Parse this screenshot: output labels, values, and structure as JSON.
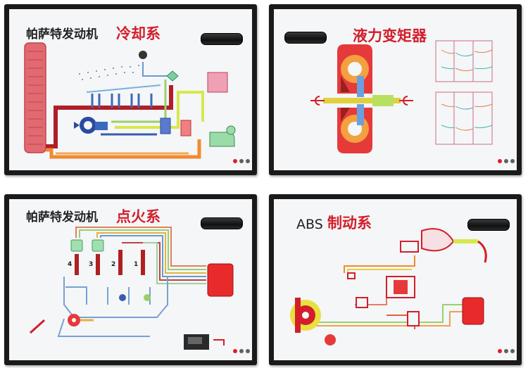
{
  "panels": [
    {
      "title_main": "帕萨特发动机",
      "title_accent": "冷却系"
    },
    {
      "title_main": "",
      "title_accent": "液力变矩器"
    },
    {
      "title_main": "帕萨特发动机",
      "title_accent": "点火系"
    },
    {
      "title_main": "ABS",
      "title_accent": "制动系"
    }
  ],
  "cylinder_numbers": [
    "4",
    "3",
    "2",
    "1"
  ],
  "colors": {
    "accent_red": "#d21e2a",
    "frame": "#1a1a1a",
    "board_bg": "#f4f6f8"
  },
  "indicator_led_colors": [
    "#e02020",
    "#606060",
    "#606060"
  ]
}
